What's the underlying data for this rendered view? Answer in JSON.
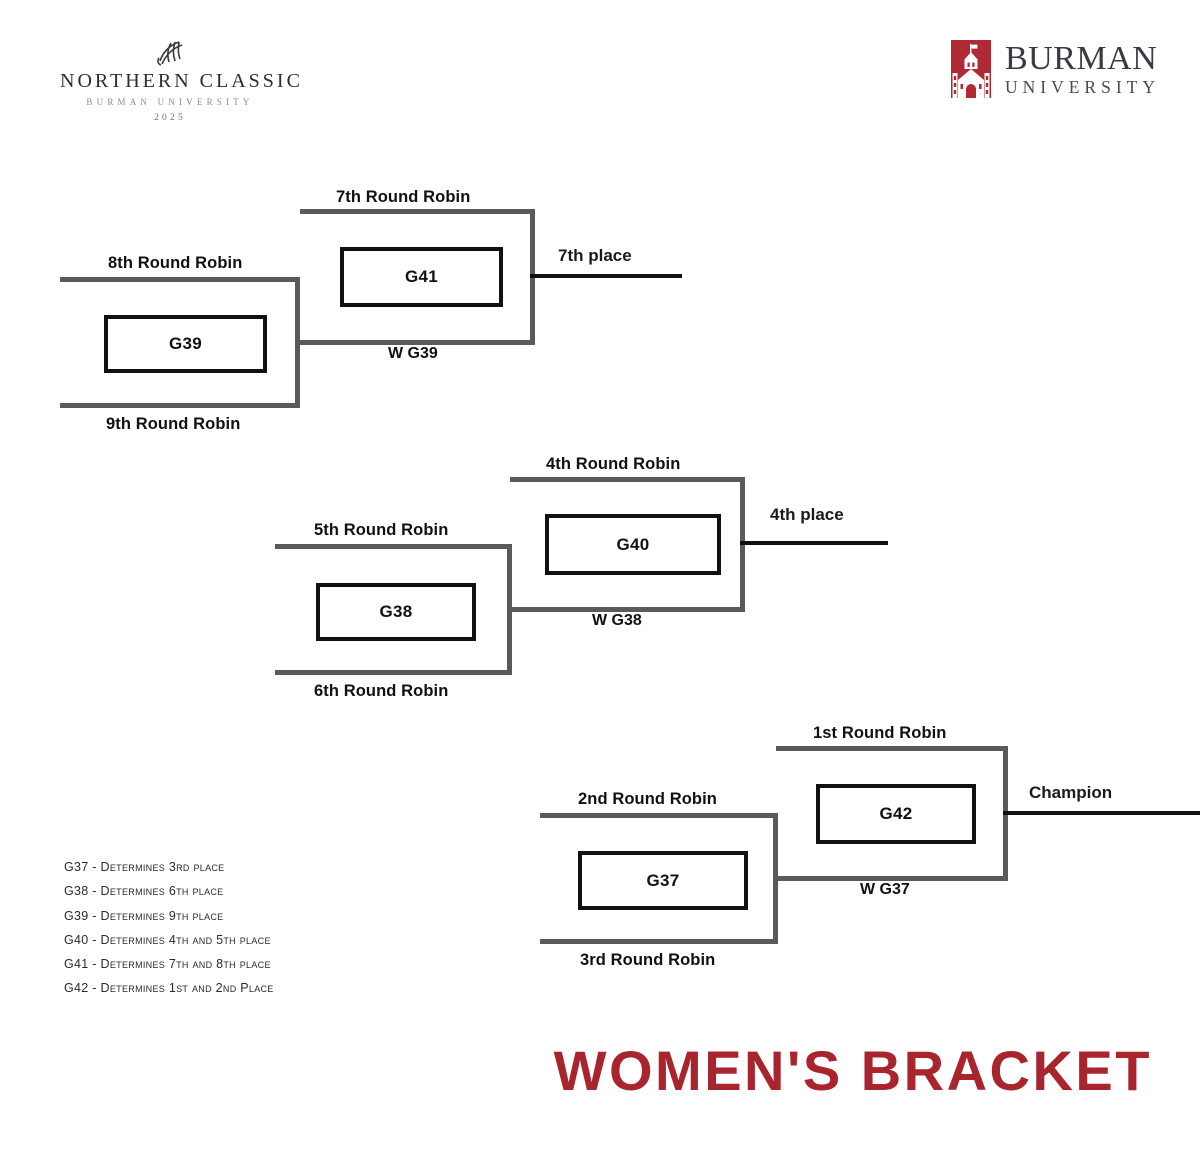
{
  "header": {
    "event_logo": {
      "icon": "volleyball-icon",
      "title": "NORTHERN CLASSIC",
      "subtitle": "BURMAN UNIVERSITY",
      "year": "2025"
    },
    "school_logo": {
      "icon": "burman-tower-icon",
      "name": "BURMAN",
      "unit": "UNIVERSITY",
      "mark_color": "#b02a36"
    }
  },
  "footer": {
    "title": "WOMEN'S BRACKET",
    "title_color": "#a8252e"
  },
  "colors": {
    "line_gray": "#5a5a5a",
    "line_black": "#111111",
    "accent_red": "#a8252e"
  },
  "legend": {
    "items": [
      "G37 - Determines 3rd place",
      "G38 - Determines 6th place",
      "G39 - Determines 9th place",
      "G40 - Determines 4th and 5th place",
      "G41 - Determines 7th and 8th place",
      "G42 - Determines 1st and 2nd Place"
    ]
  },
  "brackets": [
    {
      "id": "seventh-place-bracket",
      "round1": {
        "top_seed": "8th Round Robin",
        "bottom_seed": "9th Round Robin",
        "game": "G39"
      },
      "round2": {
        "top_seed": "7th Round Robin",
        "bottom_seed": "W G39",
        "game": "G41"
      },
      "result": "7th place"
    },
    {
      "id": "fourth-place-bracket",
      "round1": {
        "top_seed": "5th Round Robin",
        "bottom_seed": "6th Round Robin",
        "game": "G38"
      },
      "round2": {
        "top_seed": "4th Round Robin",
        "bottom_seed": "W G38",
        "game": "G40"
      },
      "result": "4th place"
    },
    {
      "id": "champion-bracket",
      "round1": {
        "top_seed": "2nd Round Robin",
        "bottom_seed": "3rd Round Robin",
        "game": "G37"
      },
      "round2": {
        "top_seed": "1st Round Robin",
        "bottom_seed": "W G37",
        "game": "G42"
      },
      "result": "Champion"
    }
  ]
}
